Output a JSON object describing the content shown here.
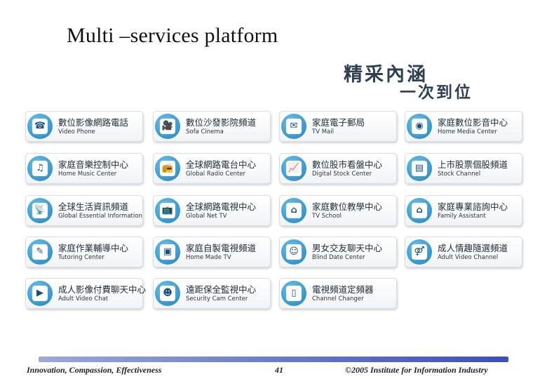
{
  "header": {
    "title": "Multi –services platform",
    "slogan_line1": "精采內涵",
    "slogan_line2": "一次到位"
  },
  "services": [
    {
      "zh": "數位影像網路電話",
      "en": "Video Phone",
      "icon": "phone-icon",
      "glyph": "☎"
    },
    {
      "zh": "數位沙發影院頻道",
      "en": "Sofa Cinema",
      "icon": "film-camera-icon",
      "glyph": "🎥"
    },
    {
      "zh": "家庭電子郵局",
      "en": "TV Mail",
      "icon": "mail-icon",
      "glyph": "✉"
    },
    {
      "zh": "家庭數位影音中心",
      "en": "Home Media Center",
      "icon": "media-player-icon",
      "glyph": "◉"
    },
    {
      "zh": "家庭音樂控制中心",
      "en": "Home Music Center",
      "icon": "music-icon",
      "glyph": "♫"
    },
    {
      "zh": "全球網路電台中心",
      "en": "Global Radio Center",
      "icon": "radio-icon",
      "glyph": "📻"
    },
    {
      "zh": "數位股市看盤中心",
      "en": "Digital Stock Center",
      "icon": "stock-chart-icon",
      "glyph": "📈"
    },
    {
      "zh": "上市股票個股頻道",
      "en": "Stock Channel",
      "icon": "stock-tv-icon",
      "glyph": "▤"
    },
    {
      "zh": "全球生活資訊頻道",
      "en": "Global Essential Information",
      "icon": "satellite-dish-icon",
      "glyph": "📡"
    },
    {
      "zh": "全球網路電視中心",
      "en": "Global Net TV",
      "icon": "tv-icon",
      "glyph": "📺"
    },
    {
      "zh": "家庭數位教學中心",
      "en": "TV School",
      "icon": "school-icon",
      "glyph": "⌂"
    },
    {
      "zh": "家庭專業諮詢中心",
      "en": "Family Assistant",
      "icon": "family-house-icon",
      "glyph": "⌂"
    },
    {
      "zh": "家庭作業輔導中心",
      "en": "Tutoring Center",
      "icon": "tutoring-icon",
      "glyph": "✎"
    },
    {
      "zh": "家庭自製電視頻道",
      "en": "Home Made TV",
      "icon": "home-tv-icon",
      "glyph": "▣"
    },
    {
      "zh": "男女交友聊天中心",
      "en": "Blind Date Center",
      "icon": "chat-icon",
      "glyph": "☺"
    },
    {
      "zh": "成人情趣隨選頻道",
      "en": "Adult Video Channel",
      "icon": "gender-icon",
      "glyph": "⚤"
    },
    {
      "zh": "成人影像付費聊天中心",
      "en": "Adult Video Chat",
      "icon": "video-chat-icon",
      "glyph": "▶"
    },
    {
      "zh": "遠距保全監視中心",
      "en": "Security Cam Center",
      "icon": "security-guard-icon",
      "glyph": "☻"
    },
    {
      "zh": "電視頻道定頻器",
      "en": "Channel Changer",
      "icon": "remote-control-icon",
      "glyph": "▯"
    }
  ],
  "footer": {
    "left": "Innovation, Compassion, Effectiveness",
    "page_number": "41",
    "right": "©2005 Institute for Information Industry"
  }
}
